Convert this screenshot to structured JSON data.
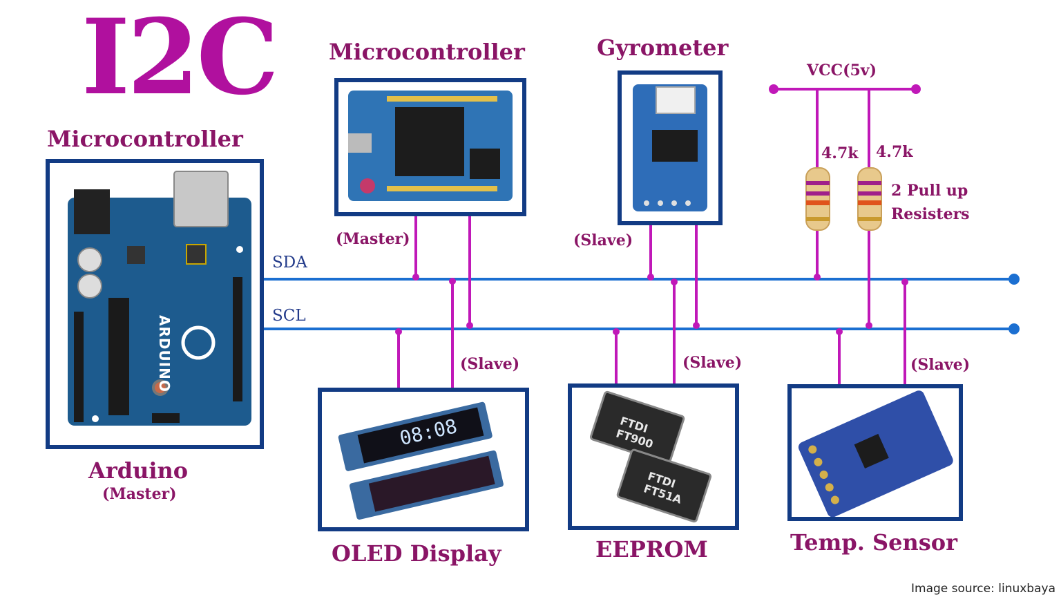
{
  "title": "I2C",
  "bus": {
    "sda_label": "SDA",
    "scl_label": "SCL"
  },
  "devices": {
    "arduino": {
      "heading": "Microcontroller",
      "name": "Arduino",
      "role": "(Master)",
      "board_text": "ARDUINO"
    },
    "mcu2": {
      "heading": "Microcontroller",
      "role": "(Master)"
    },
    "gyro": {
      "heading": "Gyrometer",
      "role": "(Slave)"
    },
    "oled": {
      "name": "OLED Display",
      "role": "(Slave)",
      "screen_text": "08:08"
    },
    "eeprom": {
      "name": "EEPROM",
      "role": "(Slave)",
      "chip1": "FT900",
      "chip2": "FT51A",
      "brand": "FTDI"
    },
    "temp": {
      "name": "Temp. Sensor",
      "role": "(Slave)"
    }
  },
  "pullups": {
    "vcc": "VCC(5v)",
    "r1": "4.7k",
    "r2": "4.7k",
    "line1": "2 Pull up",
    "line2": "Resisters"
  },
  "credit": "Image source: linuxbaya",
  "colors": {
    "title": "#b0109e",
    "label": "#8a1566",
    "bus": "#1b6fd1",
    "stub": "#c018b8",
    "frame": "#123b84"
  }
}
